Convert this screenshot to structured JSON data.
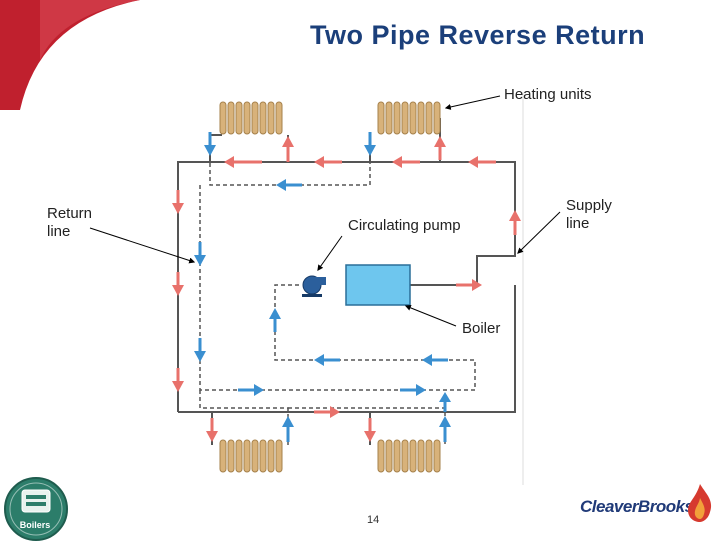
{
  "slide": {
    "title": "Two Pipe Reverse Return",
    "page_number": "14"
  },
  "labels": {
    "heating_units": "Heating units",
    "return_line": "Return\nline",
    "supply_line": "Supply\nline",
    "circulating_pump": "Circulating pump",
    "boiler": "Boiler"
  },
  "footer": {
    "badge_label": "Boilers",
    "brand": "CleaverBrooks"
  },
  "colors": {
    "title": "#1b3f7a",
    "supply_arrow": "#e8716b",
    "return_arrow": "#3a8fd0",
    "boiler_fill": "#6ec6ee",
    "radiator": "#d8b27a",
    "corner_accent": "#c0202e"
  }
}
